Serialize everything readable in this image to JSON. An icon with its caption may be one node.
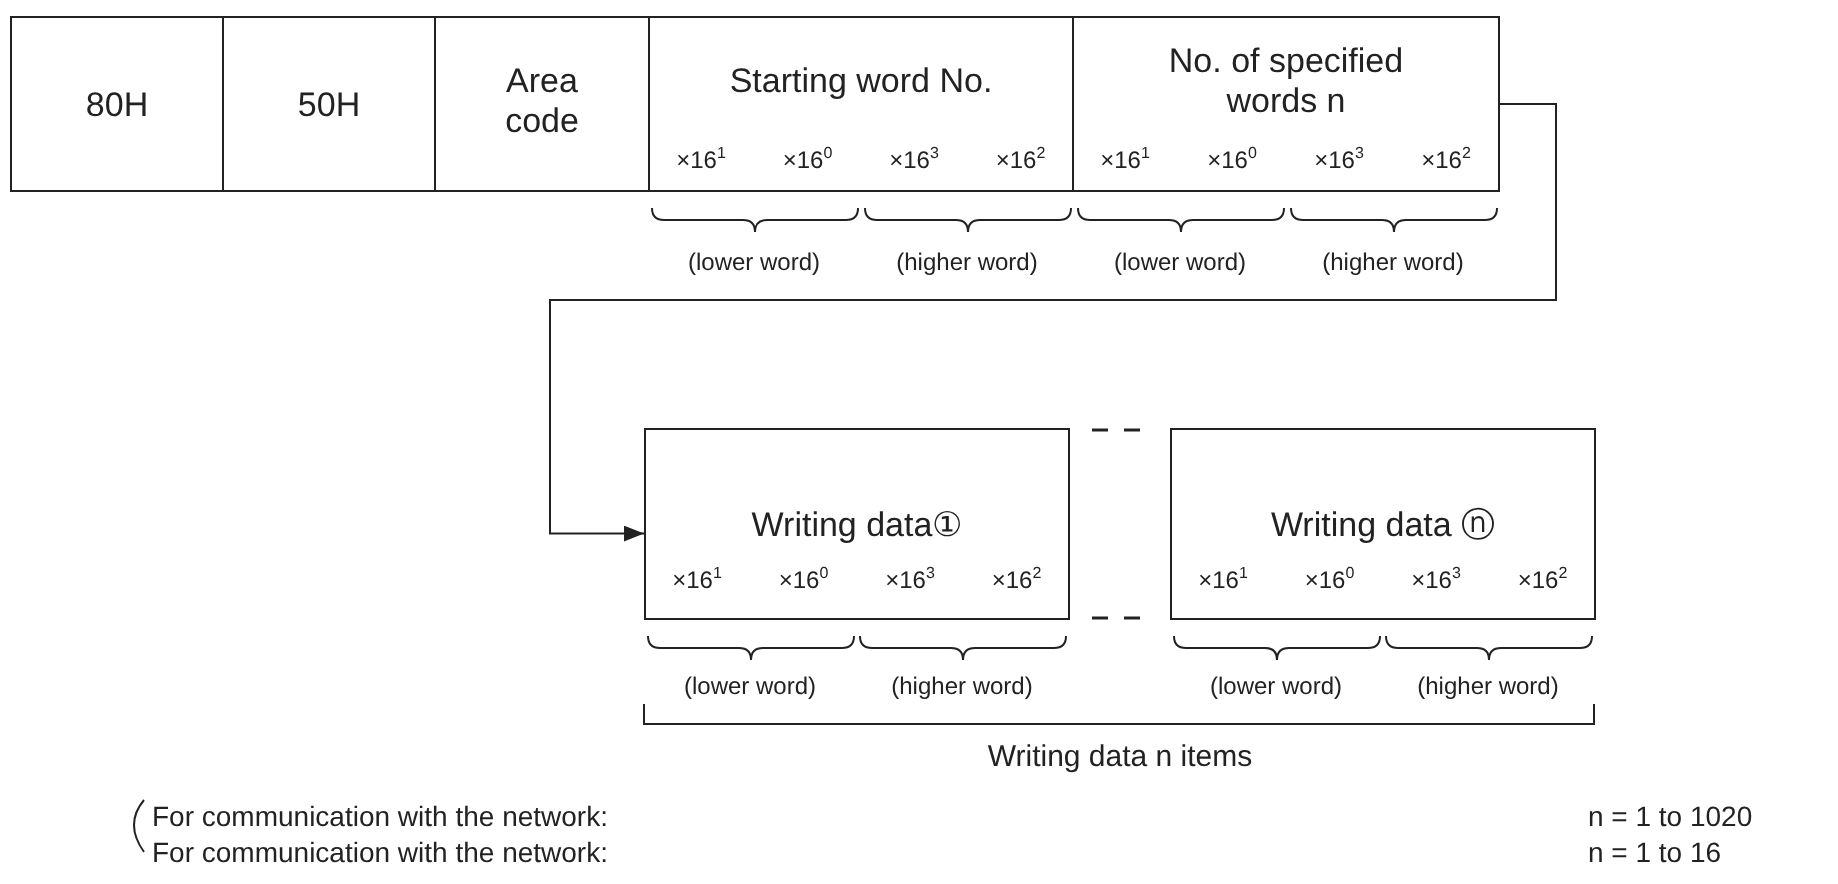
{
  "diagram": {
    "nodes": [
      {
        "text": [
          "80H"
        ]
      },
      {
        "text": [
          "50H"
        ]
      },
      {
        "text": [
          "Area code"
        ]
      },
      {
        "text": [
          "Starting word No."
        ]
      },
      {
        "text": [
          "No. of specified words n"
        ]
      },
      {
        "text": [
          "Writing data①"
        ]
      },
      {
        "text": [
          "Writing data ⓝ"
        ]
      }
    ],
    "edges": [
      {
        "from": 4,
        "to": 5,
        "arrow": "to"
      }
    ],
    "labels": [
      "×16$^{1}$",
      "×16$^{0}$",
      "×16$^{3}$",
      "×16$^{2}$",
      "×16$^{1}$",
      "×16$^{0}$",
      "×16$^{3}$",
      "×16$^{2}$",
      "(lower word)",
      "(higher word)",
      "(lower word)",
      "(higher word)",
      "×16$^{1}$",
      "×16$^{0}$",
      "×16$^{3}$",
      "×16$^{2}$",
      "×16$^{1}$",
      "×16$^{0}$",
      "×16$^{3}$",
      "×16$^{2}$",
      "(lower word)",
      "(higher word)",
      "(lower word)",
      "(higher word)",
      "Writing data n items",
      "For communication with the network:",
      "n = 1 to 1020",
      "For communication with the network:",
      "n = 1 to 16"
    ]
  }
}
